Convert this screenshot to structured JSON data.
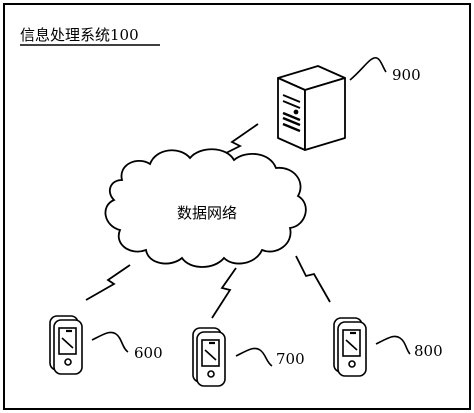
{
  "title": "信息处理系统100",
  "cloud_label": "数据网络",
  "server_label": "900",
  "devices": [
    {
      "label": "600"
    },
    {
      "label": "700"
    },
    {
      "label": "800"
    }
  ],
  "colors": {
    "line": "#000000",
    "background": "#ffffff"
  }
}
